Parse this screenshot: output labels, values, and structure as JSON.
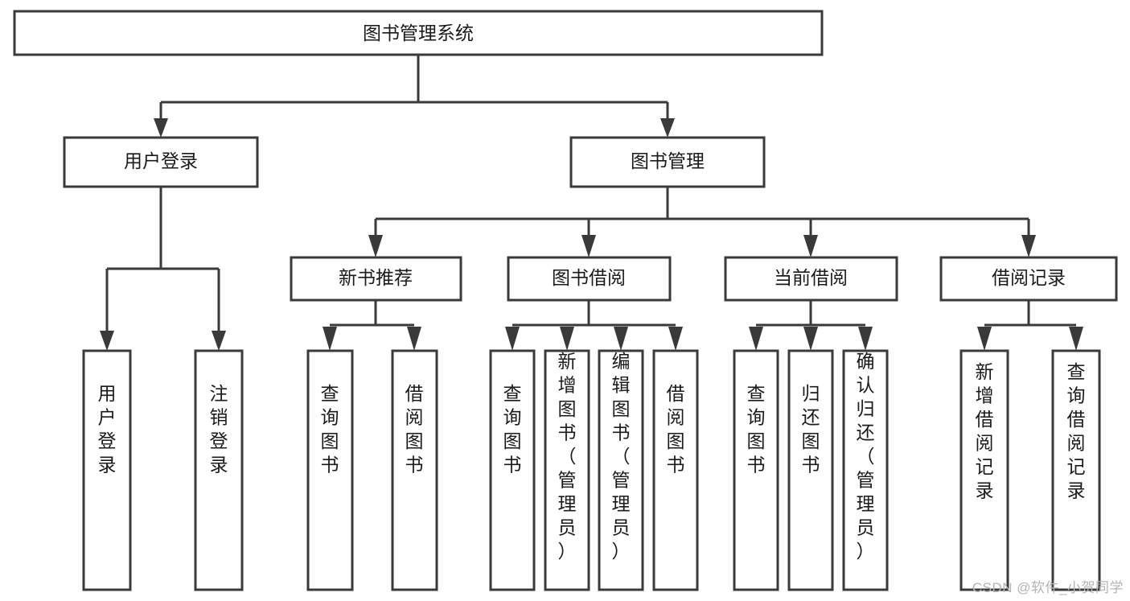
{
  "diagram": {
    "type": "tree-hierarchy",
    "title": "图书管理系统",
    "orientation": "top-down",
    "colors": {
      "background": "#ffffff",
      "node_fill": "#ffffff",
      "node_stroke": "#3a3a3a",
      "connector": "#3a3a3a",
      "text": "#1a1a1a",
      "watermark": "#b4b4b4"
    },
    "levels": [
      {
        "level": 1,
        "nodes": [
          {
            "id": "root",
            "label": "图书管理系统",
            "text_orientation": "horizontal"
          }
        ]
      },
      {
        "level": 2,
        "nodes": [
          {
            "id": "n-user-login",
            "label": "用户登录",
            "parent": "root",
            "text_orientation": "horizontal"
          },
          {
            "id": "n-book-manage",
            "label": "图书管理",
            "parent": "root",
            "text_orientation": "horizontal"
          }
        ]
      },
      {
        "level": 3,
        "nodes": [
          {
            "id": "n-new-book-rec",
            "label": "新书推荐",
            "parent": "n-book-manage",
            "text_orientation": "horizontal"
          },
          {
            "id": "n-book-borrow",
            "label": "图书借阅",
            "parent": "n-book-manage",
            "text_orientation": "horizontal"
          },
          {
            "id": "n-current-borrow",
            "label": "当前借阅",
            "parent": "n-book-manage",
            "text_orientation": "horizontal"
          },
          {
            "id": "n-borrow-record",
            "label": "借阅记录",
            "parent": "n-book-manage",
            "text_orientation": "horizontal"
          }
        ]
      },
      {
        "level": 4,
        "nodes": [
          {
            "id": "l-user-login",
            "label": "用户登录",
            "parent": "n-user-login",
            "text_orientation": "vertical"
          },
          {
            "id": "l-logout-login",
            "label": "注销登录",
            "parent": "n-user-login",
            "text_orientation": "vertical"
          },
          {
            "id": "l-query-book-1",
            "label": "查询图书",
            "parent": "n-new-book-rec",
            "text_orientation": "vertical"
          },
          {
            "id": "l-borrow-book-1",
            "label": "借阅图书",
            "parent": "n-new-book-rec",
            "text_orientation": "vertical"
          },
          {
            "id": "l-query-book-2",
            "label": "查询图书",
            "parent": "n-book-borrow",
            "text_orientation": "vertical"
          },
          {
            "id": "l-add-book",
            "label": "新增图书（管理员）",
            "parent": "n-book-borrow",
            "text_orientation": "vertical"
          },
          {
            "id": "l-edit-book",
            "label": "编辑图书（管理员）",
            "parent": "n-book-borrow",
            "text_orientation": "vertical"
          },
          {
            "id": "l-borrow-book-2",
            "label": "借阅图书",
            "parent": "n-book-borrow",
            "text_orientation": "vertical"
          },
          {
            "id": "l-query-book-3",
            "label": "查询图书",
            "parent": "n-current-borrow",
            "text_orientation": "vertical"
          },
          {
            "id": "l-return-book",
            "label": "归还图书",
            "parent": "n-current-borrow",
            "text_orientation": "vertical"
          },
          {
            "id": "l-confirm-return",
            "label": "确认归还（管理员）",
            "parent": "n-current-borrow",
            "text_orientation": "vertical"
          },
          {
            "id": "l-add-record",
            "label": "新增借阅记录",
            "parent": "n-borrow-record",
            "text_orientation": "vertical"
          },
          {
            "id": "l-query-record",
            "label": "查询借阅记录",
            "parent": "n-borrow-record",
            "text_orientation": "vertical"
          }
        ]
      }
    ]
  },
  "watermark": {
    "text": "CSDN @软件_小贺同学"
  }
}
